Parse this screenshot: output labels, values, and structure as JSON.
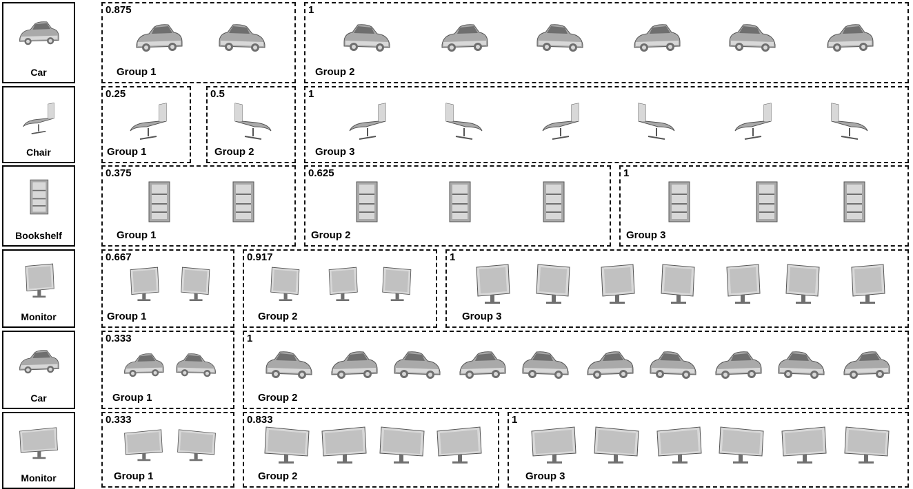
{
  "rows": [
    {
      "category": "Car",
      "shape": "sedan",
      "groups": [
        {
          "label": "Group 1",
          "score": "0.875",
          "views": 2
        },
        {
          "label": "Group 2",
          "score": "1",
          "views": 6
        }
      ]
    },
    {
      "category": "Chair",
      "shape": "chair",
      "groups": [
        {
          "label": "Group 1",
          "score": "0.25",
          "views": 1
        },
        {
          "label": "Group 2",
          "score": "0.5",
          "views": 1
        },
        {
          "label": "Group 3",
          "score": "1",
          "views": 6
        }
      ]
    },
    {
      "category": "Bookshelf",
      "shape": "bookshelf",
      "groups": [
        {
          "label": "Group 1",
          "score": "0.375",
          "views": 2
        },
        {
          "label": "Group 2",
          "score": "0.625",
          "views": 3
        },
        {
          "label": "Group 3",
          "score": "1",
          "views": 3
        }
      ]
    },
    {
      "category": "Monitor",
      "shape": "monitor",
      "groups": [
        {
          "label": "Group 1",
          "score": "0.667",
          "views": 2
        },
        {
          "label": "Group 2",
          "score": "0.917",
          "views": 3
        },
        {
          "label": "Group 3",
          "score": "1",
          "views": 7
        }
      ]
    },
    {
      "category": "Car",
      "shape": "sportscar",
      "groups": [
        {
          "label": "Group 1",
          "score": "0.333",
          "views": 2
        },
        {
          "label": "Group 2",
          "score": "1",
          "views": 10
        }
      ]
    },
    {
      "category": "Monitor",
      "shape": "widemonitor",
      "groups": [
        {
          "label": "Group 1",
          "score": "0.333",
          "views": 2
        },
        {
          "label": "Group 2",
          "score": "0.833",
          "views": 4
        },
        {
          "label": "Group 3",
          "score": "1",
          "views": 6
        }
      ]
    }
  ]
}
